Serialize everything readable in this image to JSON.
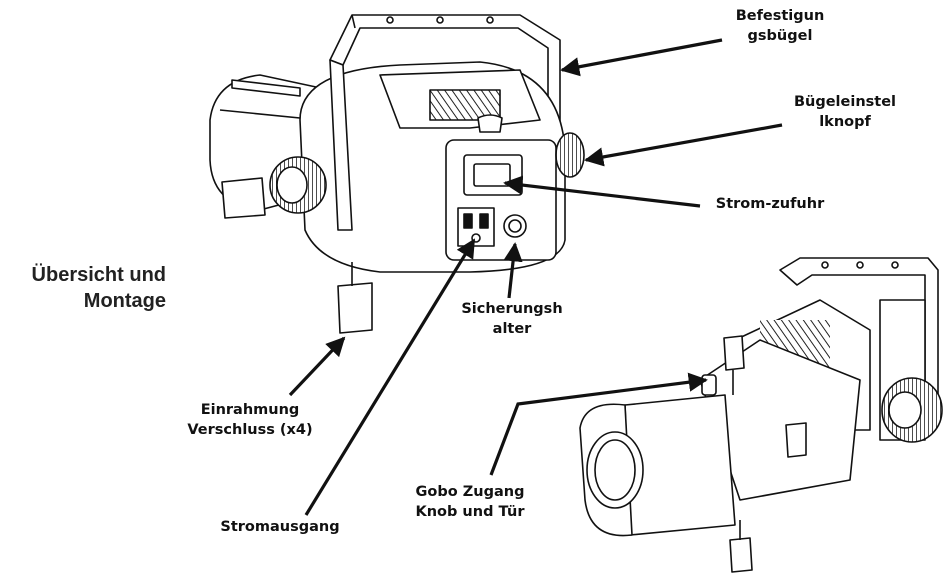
{
  "title": {
    "line1": "Übersicht und",
    "line2": "Montage"
  },
  "labels": {
    "bracket": {
      "line1": "Befestigun",
      "line2": "gsbügel"
    },
    "knob": {
      "line1": "Bügeleinstel",
      "line2": "lknopf"
    },
    "power_in": {
      "line1": "Strom-zufuhr"
    },
    "fuse": {
      "line1": "Sicherungsh",
      "line2": "alter"
    },
    "shutter": {
      "line1": "Einrahmung",
      "line2": "Verschluss (x4)"
    },
    "power_out": {
      "line1": "Stromausgang"
    },
    "gobo": {
      "line1": "Gobo Zugang",
      "line2": "Knob und Tür"
    }
  },
  "colors": {
    "line": "#111111",
    "fill": "#ffffff",
    "accent": "#555555"
  }
}
